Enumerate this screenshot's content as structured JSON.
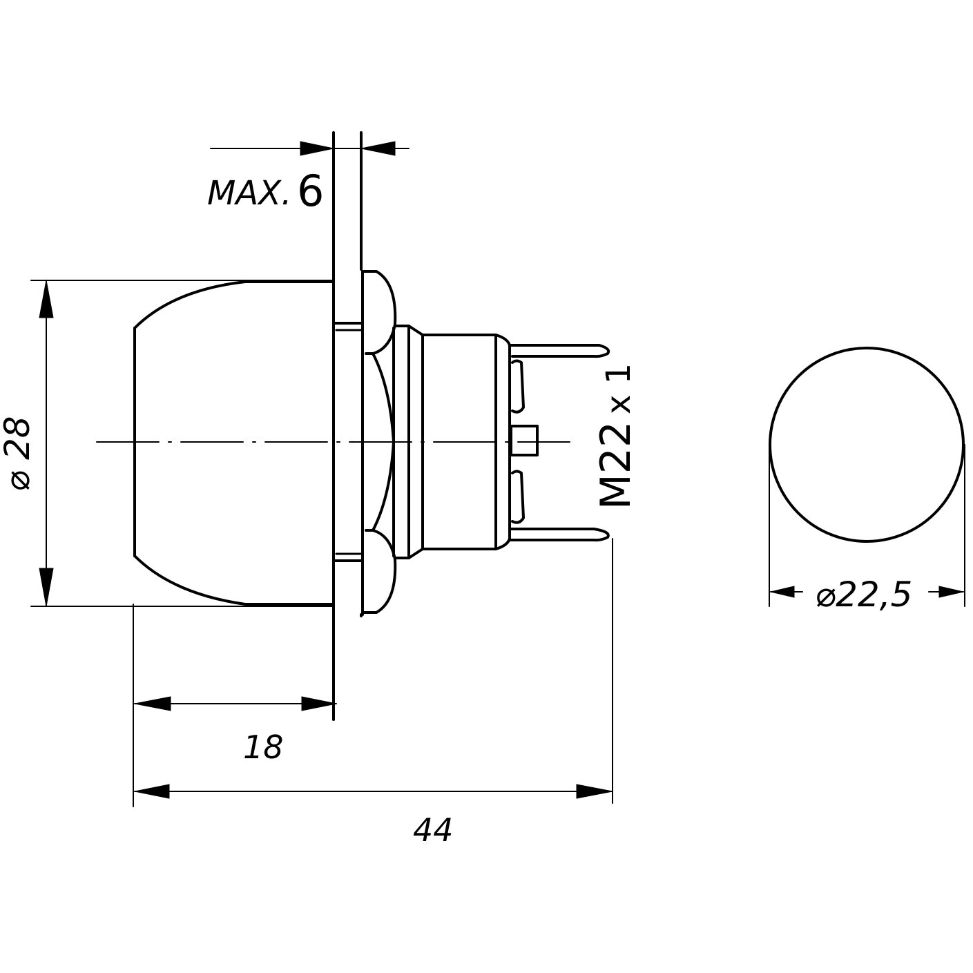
{
  "drawing": {
    "type": "technical-dimension-drawing",
    "subject": "panel-mount push button / indicator with M22 thread",
    "line_color": "#000000",
    "background_color": "#ffffff"
  },
  "side_view": {
    "dimensions": {
      "panel_thickness": {
        "prefix": "MAX.",
        "value": "6"
      },
      "cap_diameter": {
        "symbol": "⌀",
        "value": "28",
        "label": "⌀ 28"
      },
      "cap_depth": {
        "value": "18"
      },
      "overall_length": {
        "value": "44"
      },
      "thread": {
        "label": "M22",
        "suffix": "x 1",
        "full": "M22 x 1"
      }
    }
  },
  "front_view": {
    "dimensions": {
      "diameter": {
        "symbol": "⌀",
        "value": "22,5",
        "label": "⌀22,5"
      }
    }
  }
}
